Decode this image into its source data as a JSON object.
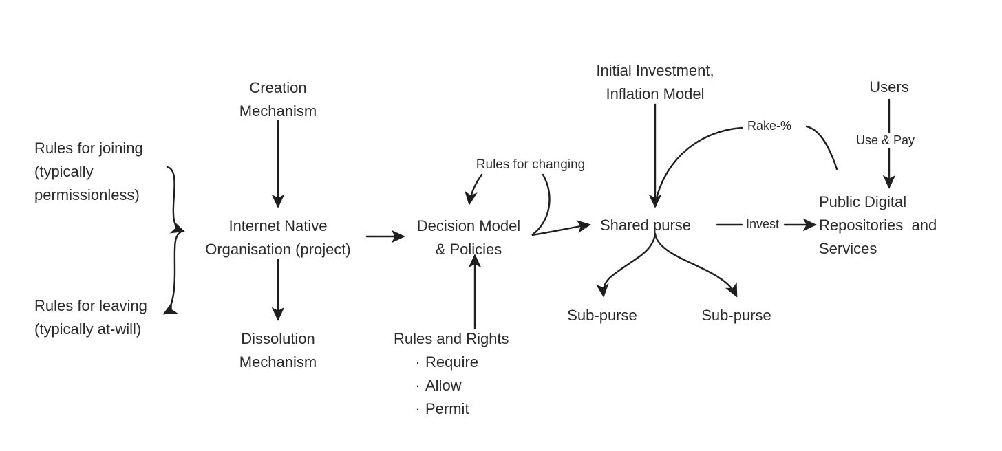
{
  "diagram": {
    "title": "Internet Native Organisation structure diagram",
    "background_color": "#ffffff",
    "stroke_color": "#1f1f1f",
    "text_color": "#2b2b2b",
    "nodes": {
      "rules_joining": "Rules for joining\n(typically\npermissionless)",
      "rules_leaving": "Rules for leaving\n(typically at-will)",
      "creation_mechanism": "Creation\nMechanism",
      "ino": "Internet Native\nOrganisation (project)",
      "dissolution_mechanism": "Dissolution\nMechanism",
      "rules_for_changing": "Rules for changing",
      "decision_model": "Decision Model\n& Policies",
      "rules_and_rights_title": "Rules and Rights",
      "rules_and_rights_items": [
        "Require",
        "Allow",
        "Permit"
      ],
      "initial_investment": "Initial Investment,\nInflation Model",
      "shared_purse": "Shared purse",
      "sub_purse_left": "Sub-purse",
      "sub_purse_right": "Sub-purse",
      "users": "Users",
      "public_repos": "Public Digital\nRepositories  and\nServices"
    },
    "edge_labels": {
      "rake": "Rake-%",
      "use_and_pay": "Use & Pay",
      "invest": "Invest"
    },
    "bullet_glyph": "·"
  }
}
